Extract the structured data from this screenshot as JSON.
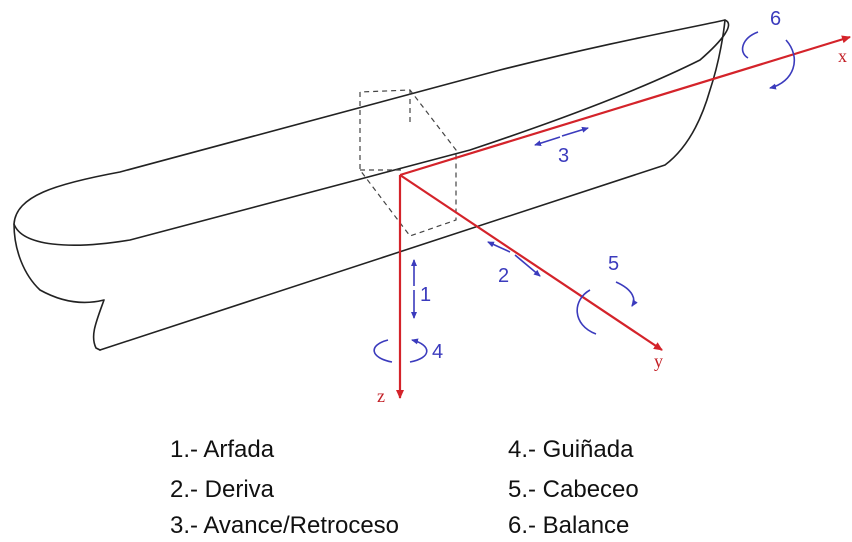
{
  "axes": {
    "x": "x",
    "y": "y",
    "z": "z"
  },
  "motion_numbers": [
    "1",
    "2",
    "3",
    "4",
    "5",
    "6"
  ],
  "legend": [
    "1.- Arfada",
    "2.- Deriva",
    "3.- Avance/Retroceso",
    "4.- Guiñada",
    "5.- Cabeceo",
    "6.- Balance"
  ],
  "colors": {
    "axis": "#d4232a",
    "motion": "#3b3bbd",
    "hull": "#222222"
  }
}
